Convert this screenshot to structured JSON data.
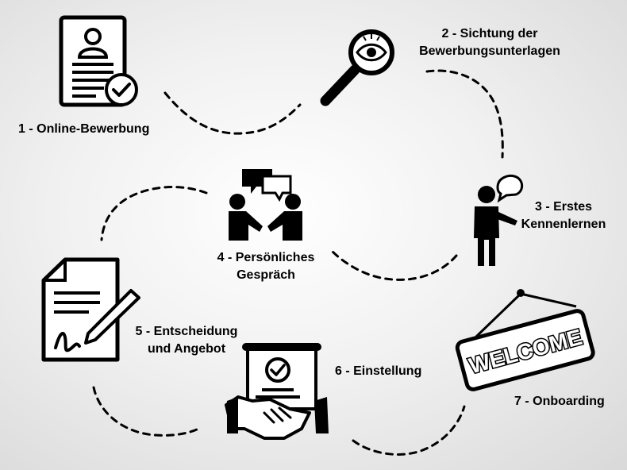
{
  "steps": [
    {
      "id": "1",
      "label": "1 - Online-Bewerbung",
      "icon": "resume-check-icon"
    },
    {
      "id": "2",
      "line1": "2 - Sichtung der",
      "line2": "Bewerbungsunterlagen",
      "icon": "magnifier-eye-icon"
    },
    {
      "id": "3",
      "line1": "3 - Erstes",
      "line2": "Kennenlernen",
      "icon": "person-speech-bubble-icon"
    },
    {
      "id": "4",
      "line1": "4 - Persönliches",
      "line2": "Gespräch",
      "icon": "two-people-talking-icon"
    },
    {
      "id": "5",
      "line1": "5 - Entscheidung",
      "line2": "und Angebot",
      "icon": "contract-signature-icon"
    },
    {
      "id": "6",
      "label": "6 - Einstellung",
      "icon": "handshake-certificate-icon"
    },
    {
      "id": "7",
      "label": "7 - Onboarding",
      "icon": "welcome-sign-icon",
      "sign_text": "WELCOME"
    }
  ]
}
